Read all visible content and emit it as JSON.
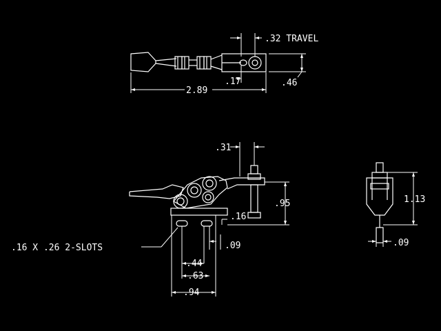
{
  "drawing": {
    "line_color": "#ffffff",
    "background_color": "#000000",
    "top_view": {
      "travel_label": ".32 TRAVEL",
      "overall_length_label": "2.89",
      "pin_offset_label": ".17",
      "height_label": ".46"
    },
    "side_view": {
      "plunger_offset_label": ".31",
      "height_label": ".95",
      "base_offset_label": ".16",
      "slot_callout_label": ".16 X .26 2-SLOTS",
      "slot_width_label": ".09",
      "dim_44_label": ".44",
      "dim_63_label": ".63",
      "dim_94_label": ".94"
    },
    "end_view": {
      "height_label": "1.13",
      "thickness_label": ".09"
    }
  }
}
